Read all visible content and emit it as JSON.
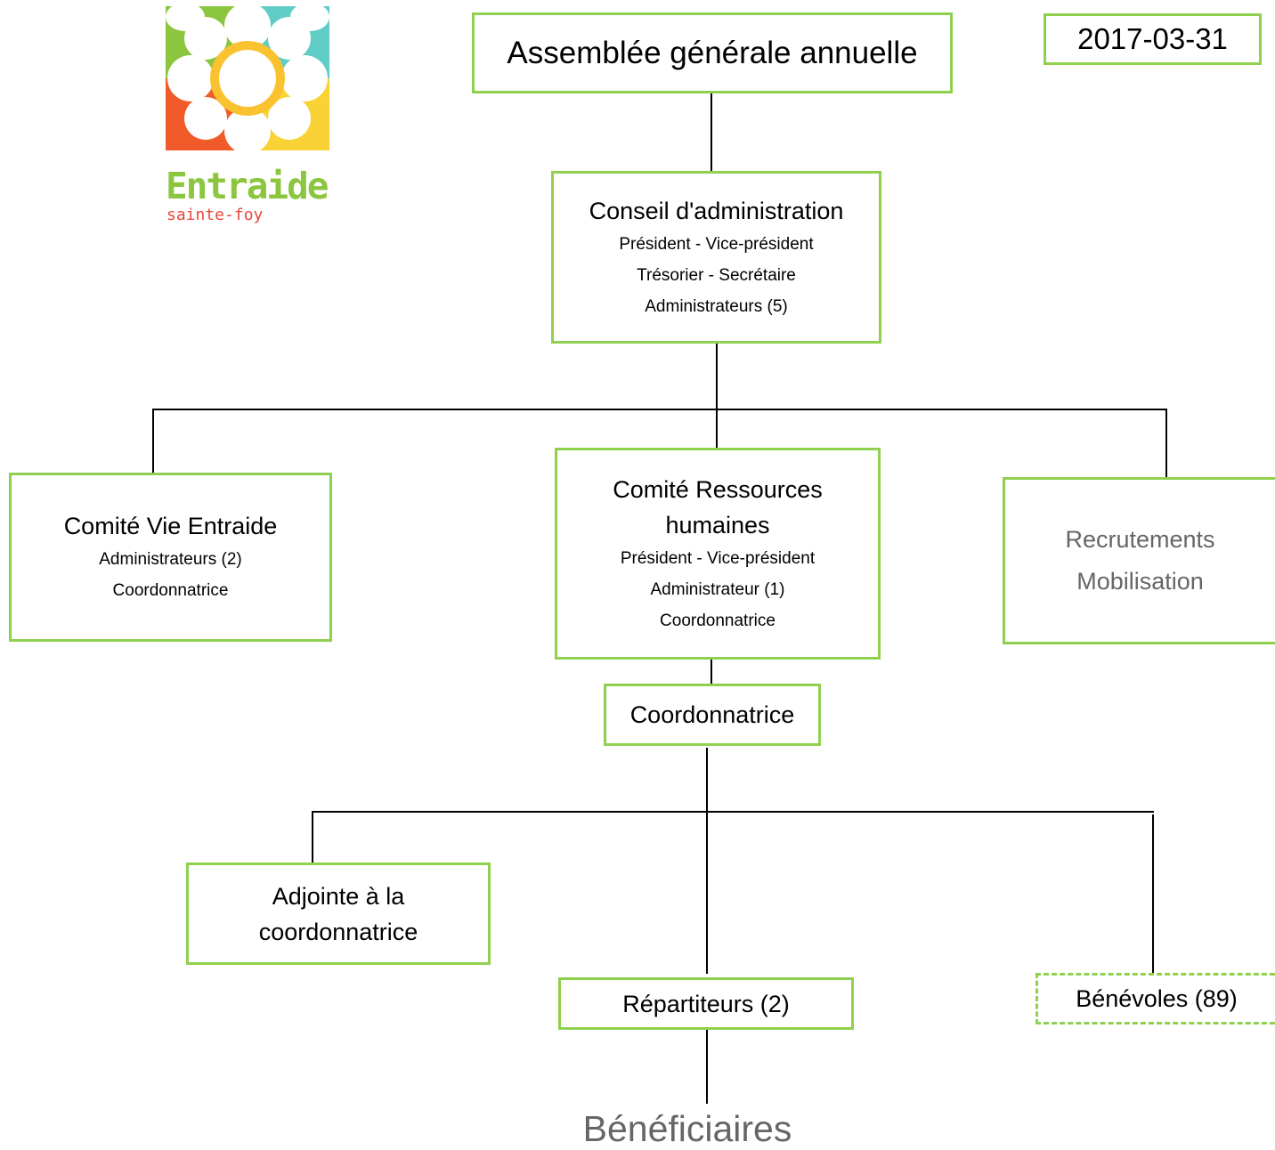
{
  "logo": {
    "name": "Entraide",
    "tagline": "sainte-foy",
    "colors": {
      "green": "#8bc63e",
      "teal": "#5fccc6",
      "orange": "#f15a29",
      "yellow": "#f9d335",
      "word": "#8bc63e",
      "tagline": "#e8463a"
    }
  },
  "date": "2017-03-31",
  "nodes": {
    "assemblee": {
      "title": "Assemblée générale annuelle"
    },
    "conseil": {
      "title": "Conseil d'administration",
      "lines": [
        "Président - Vice-président",
        "Trésorier - Secrétaire",
        "Administrateurs (5)"
      ]
    },
    "comite_vie": {
      "title": "Comité Vie Entraide",
      "lines": [
        "Administrateurs (2)",
        "Coordonnatrice"
      ]
    },
    "comite_rh": {
      "title_line1": "Comité Ressources",
      "title_line2": "humaines",
      "lines": [
        "Président - Vice-président",
        "Administrateur (1)",
        "Coordonnatrice"
      ]
    },
    "recrutements": {
      "line1": "Recrutements",
      "line2": "Mobilisation"
    },
    "coordonnatrice": {
      "title": "Coordonnatrice"
    },
    "adjointe": {
      "line1": "Adjointe à la",
      "line2": "coordonnatrice"
    },
    "repartiteurs": {
      "title": "Répartiteurs (2)"
    },
    "benevoles": {
      "title": "Bénévoles (89)"
    },
    "beneficiaires": {
      "title": "Bénéficiaires"
    }
  },
  "colors": {
    "box_border": "#8fd14f",
    "line": "#000000",
    "grey_text": "#666666"
  }
}
